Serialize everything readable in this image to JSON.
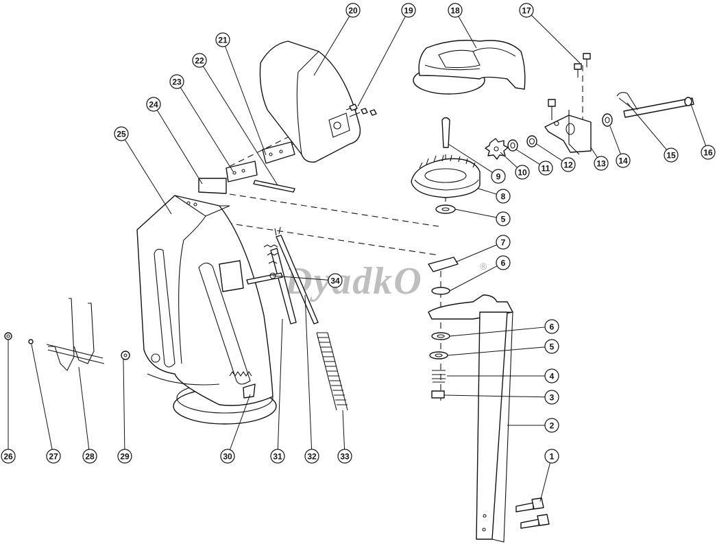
{
  "watermark": {
    "brand": "DyadkO",
    "registered_mark": "®"
  },
  "callouts": [
    {
      "num": "1"
    },
    {
      "num": "2"
    },
    {
      "num": "3"
    },
    {
      "num": "4"
    },
    {
      "num": "5"
    },
    {
      "num": "5"
    },
    {
      "num": "6"
    },
    {
      "num": "6"
    },
    {
      "num": "7"
    },
    {
      "num": "8"
    },
    {
      "num": "9"
    },
    {
      "num": "10"
    },
    {
      "num": "11"
    },
    {
      "num": "12"
    },
    {
      "num": "13"
    },
    {
      "num": "14"
    },
    {
      "num": "15"
    },
    {
      "num": "16"
    },
    {
      "num": "17"
    },
    {
      "num": "18"
    },
    {
      "num": "19"
    },
    {
      "num": "20"
    },
    {
      "num": "21"
    },
    {
      "num": "22"
    },
    {
      "num": "23"
    },
    {
      "num": "24"
    },
    {
      "num": "25"
    },
    {
      "num": "26"
    },
    {
      "num": "27"
    },
    {
      "num": "28"
    },
    {
      "num": "29"
    },
    {
      "num": "30"
    },
    {
      "num": "31"
    },
    {
      "num": "32"
    },
    {
      "num": "33"
    },
    {
      "num": "34"
    }
  ]
}
